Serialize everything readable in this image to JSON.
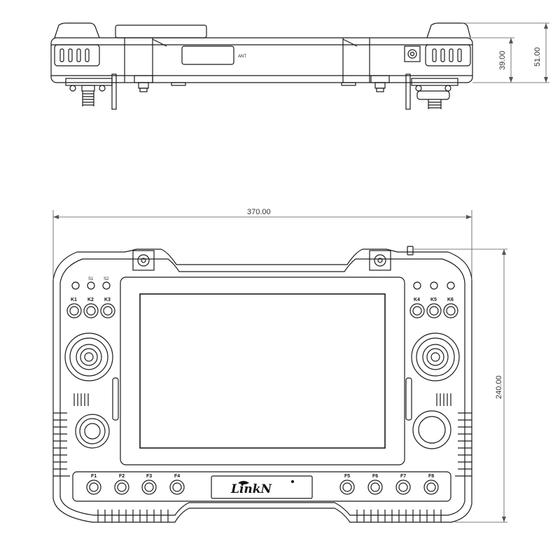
{
  "dimensions": {
    "height_inner": "39.00",
    "height_outer": "51.00",
    "width": "370.00",
    "height_front": "240.00"
  },
  "labels": {
    "k_left": [
      "K1",
      "K2",
      "K3"
    ],
    "k_right": [
      "K4",
      "K5",
      "K6"
    ],
    "f_left": [
      "F1",
      "F2",
      "F3",
      "F4"
    ],
    "f_right": [
      "F5",
      "F6",
      "F7",
      "F8"
    ],
    "top_small_left": [
      "",
      "S1",
      "S2"
    ],
    "logo": "LinkN"
  },
  "colors": {
    "line": "#1a1a1a",
    "dim_line": "#555555",
    "background": "#ffffff"
  }
}
